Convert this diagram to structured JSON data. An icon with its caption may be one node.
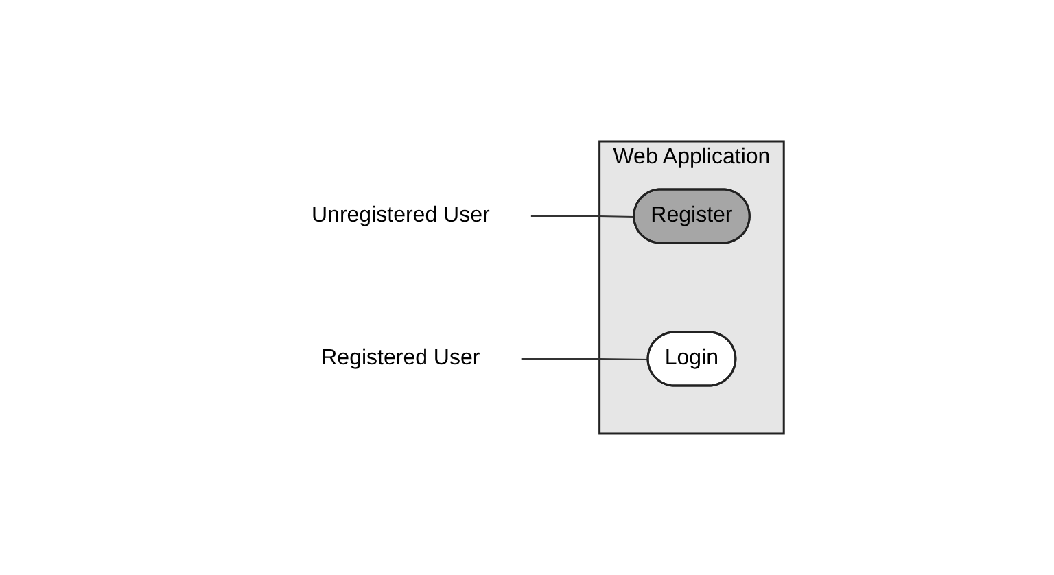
{
  "diagram": {
    "nodes": [
      {
        "text": [
          "Unregistered User"
        ]
      },
      {
        "text": [
          "Registered User"
        ]
      },
      {
        "text": [
          "Web Application"
        ]
      },
      {
        "text": [
          "Register"
        ],
        "in": 2
      },
      {
        "text": [
          "Login"
        ],
        "in": 2
      }
    ],
    "edges": [
      {
        "from": 0,
        "to": 3,
        "arrow": "none"
      },
      {
        "from": 1,
        "to": 4,
        "arrow": "none"
      }
    ]
  }
}
